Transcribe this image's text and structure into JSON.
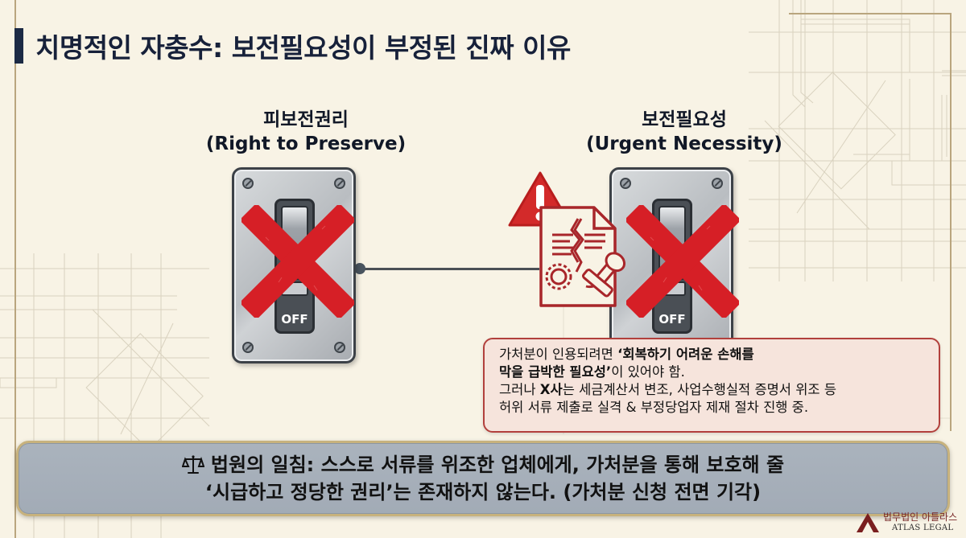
{
  "slide": {
    "title": "치명적인 자충수: 보전필요성이 부정된 진짜 이유",
    "background": "blueprint-grid",
    "colors": {
      "background": "#f8f3e5",
      "title_bar": "#1c2a44",
      "x_mark": "#d61f26",
      "note_border": "#b2403c",
      "note_fill": "#f6e4dc",
      "verdict_fill": "#a7b0bb",
      "verdict_border": "#c7b27d",
      "logo_accent": "#7a1f1f"
    }
  },
  "left_switch": {
    "title": "피보전권리",
    "subtitle": "(Right to Preserve)",
    "state_label": "OFF",
    "status_icon": "red-x-icon"
  },
  "right_switch": {
    "title": "보전필요성",
    "subtitle": "(Urgent Necessity)",
    "state_label": "OFF",
    "status_icon": "red-x-icon",
    "attached_icons": [
      "warning-triangle-icon",
      "forged-document-icon"
    ]
  },
  "note": {
    "line1_plain": "가처분이 인용되려면 ",
    "line1_bold": "‘회복하기 어려운 손해를",
    "line2_bold": "막을 급박한 필요성’",
    "line2_plain": "이 있어야 함.",
    "line3_plain": "그러나 ",
    "line3_bold": "X사",
    "line3_rest": "는 세금계산서 변조, 사업수행실적 증명서 위조 등",
    "line4": "허위 서류 제출로 실격 & 부정당업자 제재 절차 진행 중."
  },
  "verdict": {
    "icon": "scale-of-justice-icon",
    "line1": "법원의 일침: 스스로 서류를 위조한 업체에게, 가처분을 통해 보호해 줄",
    "line2": "‘시급하고 정당한 권리’는 존재하지 않는다. (가처분 신청 전면 기각)"
  },
  "logo": {
    "name_ko": "법무법인 아틀라스",
    "name_en": "ATLAS LEGAL"
  }
}
